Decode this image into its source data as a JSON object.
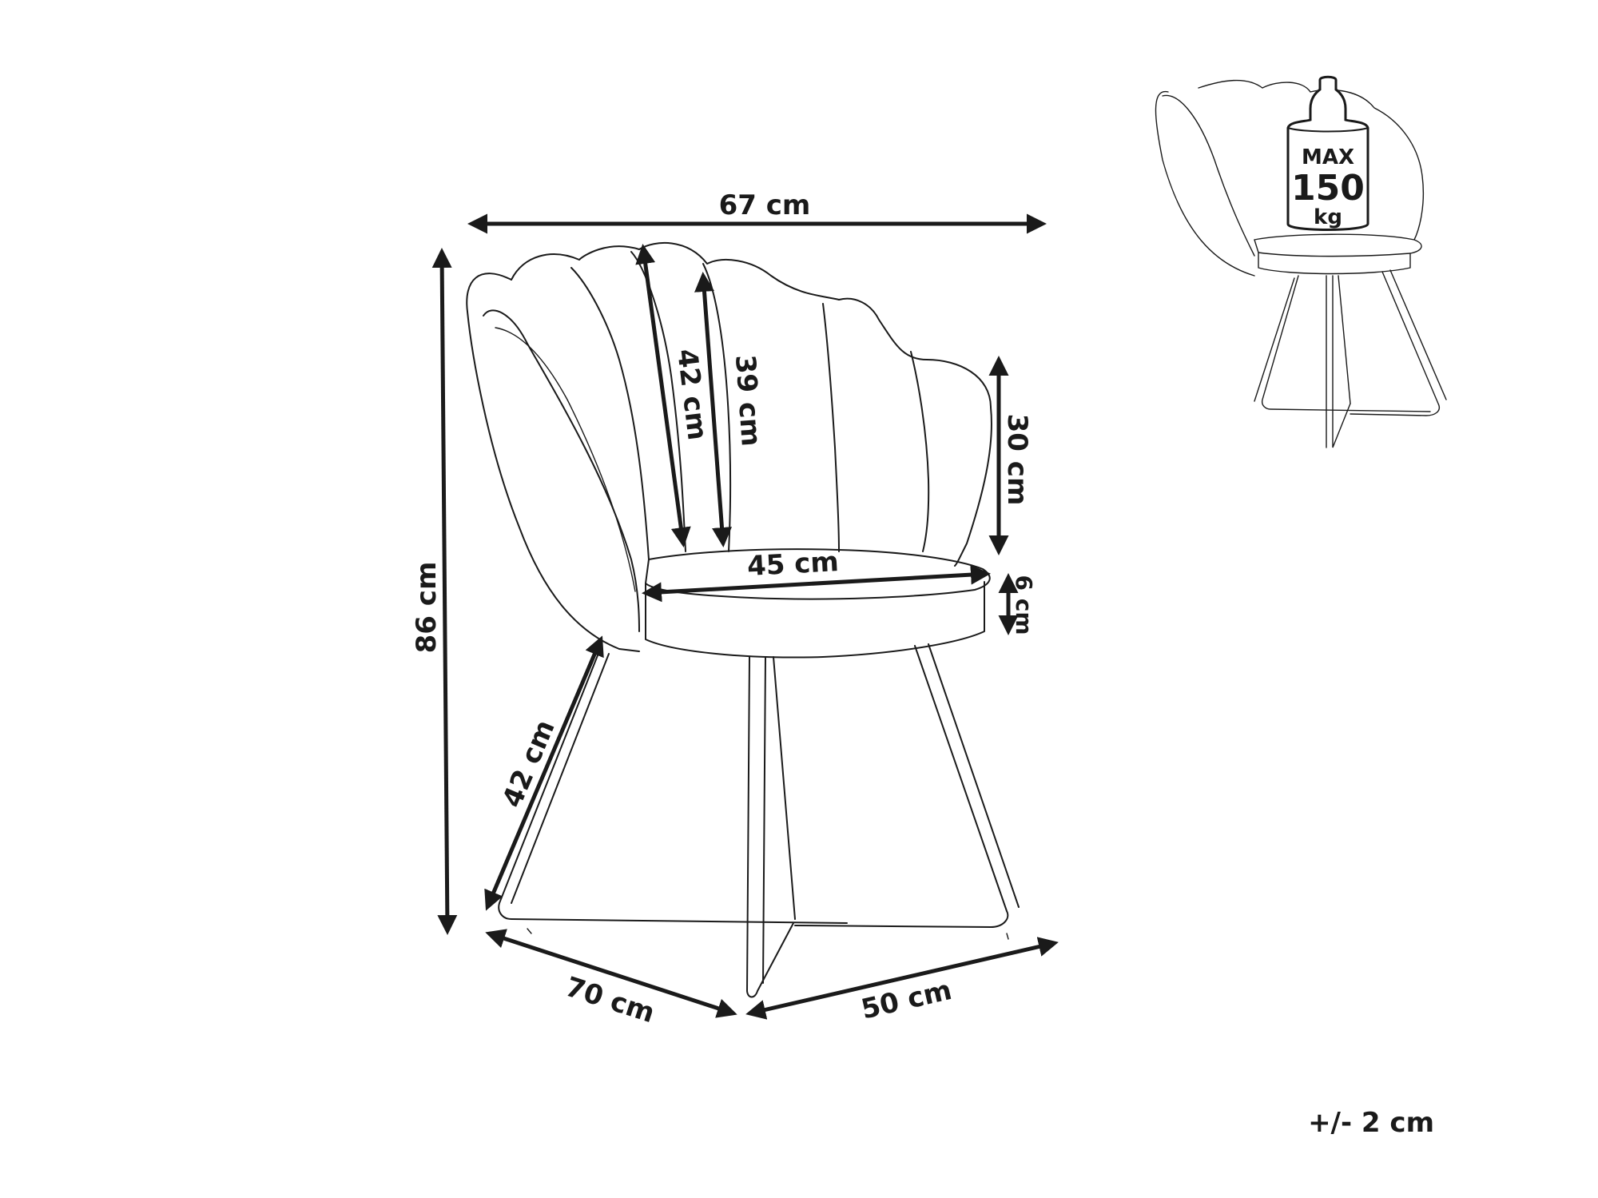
{
  "dimensions": {
    "width": "67 cm",
    "height": "86 cm",
    "backrest_outer": "42 cm",
    "backrest_inner": "39 cm",
    "armrest_height": "30 cm",
    "seat_width": "45 cm",
    "seat_thickness": "6 cm",
    "leg_length": "42 cm",
    "depth_left": "70 cm",
    "depth_right": "50 cm"
  },
  "load_badge": {
    "line1": "MAX",
    "line2": "150",
    "line3": "kg"
  },
  "tolerance": "+/- 2 cm",
  "colors": {
    "ink": "#1a1a1a",
    "background": "#ffffff"
  }
}
